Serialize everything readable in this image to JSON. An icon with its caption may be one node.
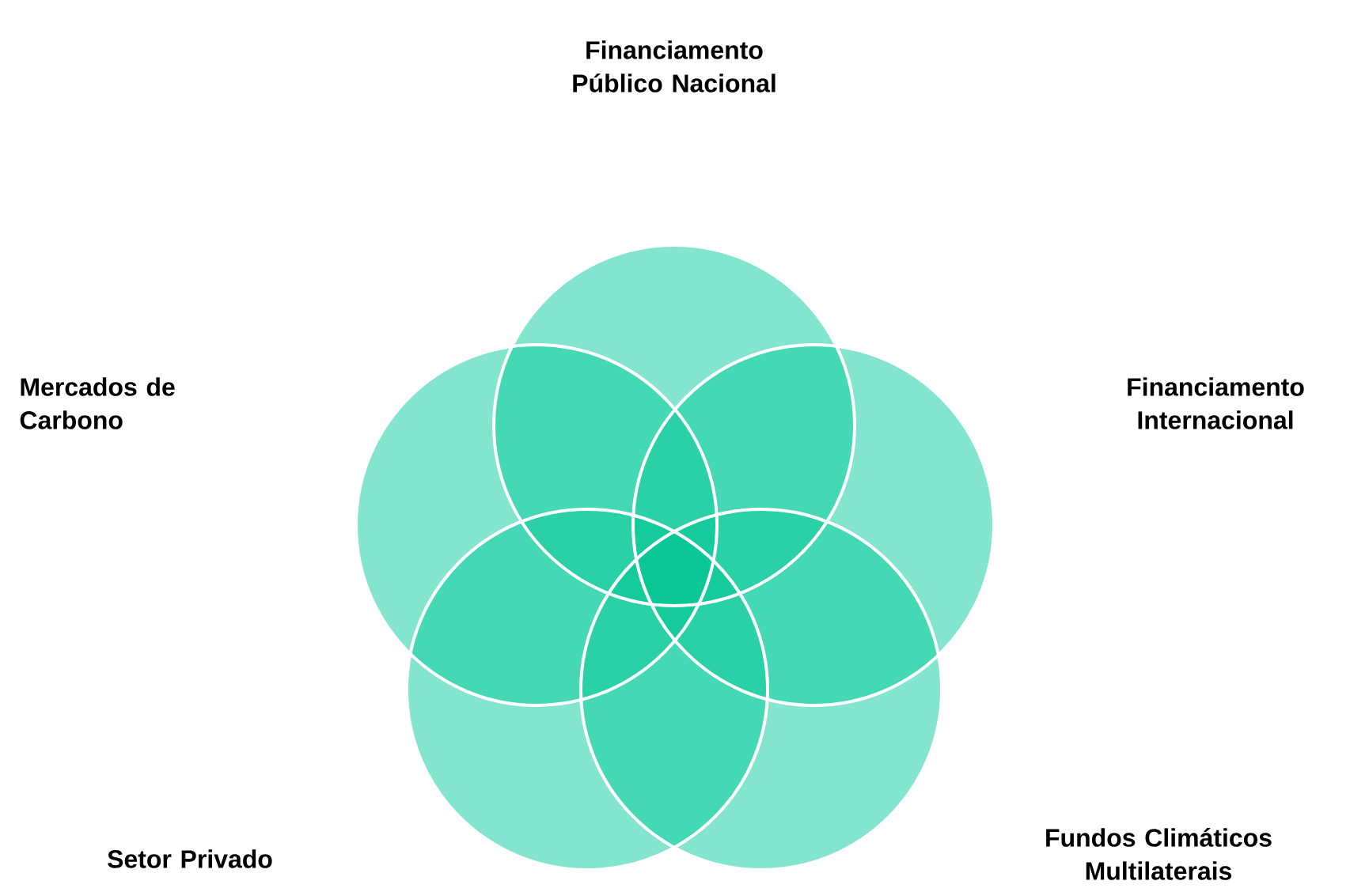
{
  "diagram": {
    "nodes": [
      {
        "text": [],
        "shape": "circle"
      },
      {
        "text": [],
        "shape": "circle"
      },
      {
        "text": [],
        "shape": "circle"
      },
      {
        "text": [],
        "shape": "circle"
      },
      {
        "text": [],
        "shape": "circle"
      }
    ],
    "labels": [
      "Financiamento Público Nacional",
      "Mercados de Carbono",
      "Financiamento Internacional",
      "Setor Privado",
      "Fundos Climáticos Multilaterais"
    ]
  }
}
